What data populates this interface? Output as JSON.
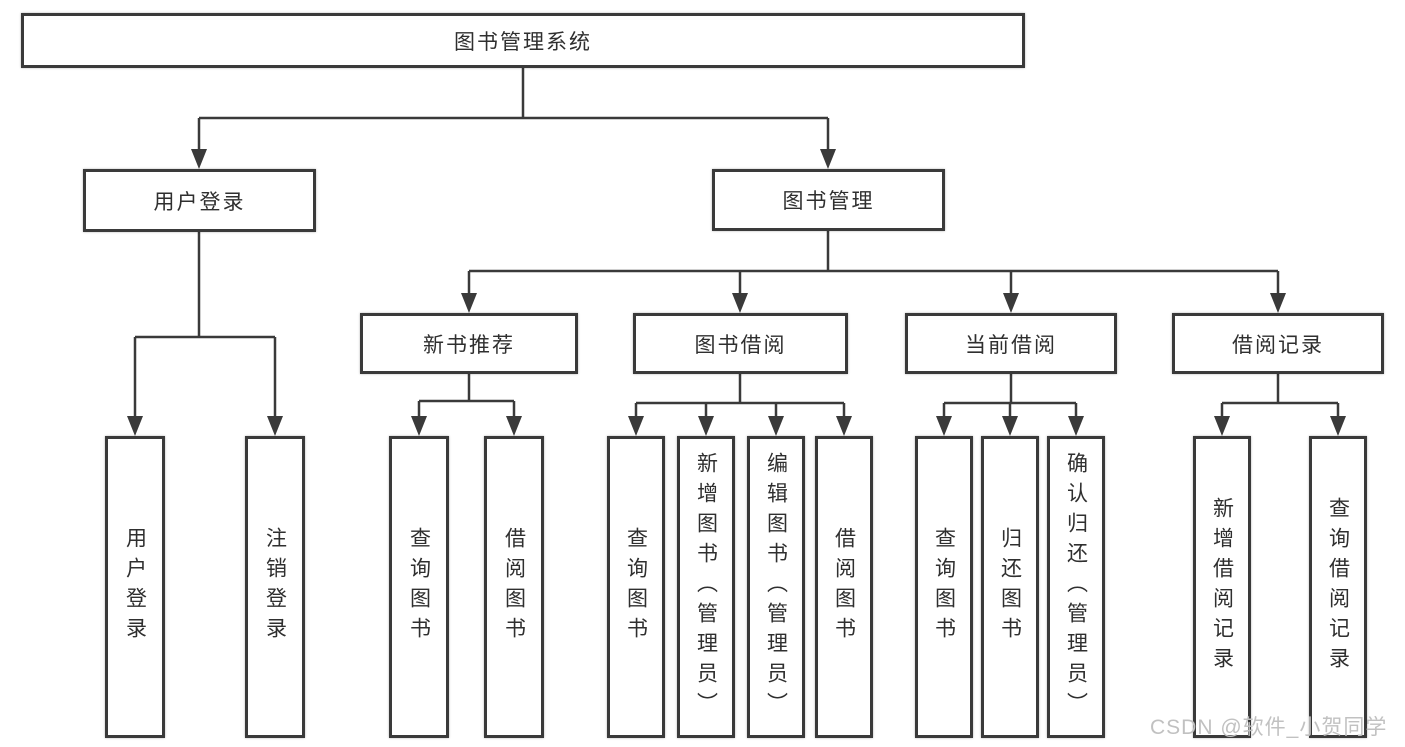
{
  "diagram": {
    "title": "图书管理系统",
    "type": "hierarchy-tree",
    "line_color": "#3a3a3a",
    "box_background": "#ffffff",
    "watermark": "CSDN @软件_小贺同学",
    "tree": {
      "label": "图书管理系统",
      "children": [
        {
          "label": "用户登录",
          "children": [
            {
              "label": "用户登录"
            },
            {
              "label": "注销登录"
            }
          ]
        },
        {
          "label": "图书管理",
          "children": [
            {
              "label": "新书推荐",
              "children": [
                {
                  "label": "查询图书"
                },
                {
                  "label": "借阅图书"
                }
              ]
            },
            {
              "label": "图书借阅",
              "children": [
                {
                  "label": "查询图书"
                },
                {
                  "label": "新增图书（管理员）"
                },
                {
                  "label": "编辑图书（管理员）"
                },
                {
                  "label": "借阅图书"
                }
              ]
            },
            {
              "label": "当前借阅",
              "children": [
                {
                  "label": "查询图书"
                },
                {
                  "label": "归还图书"
                },
                {
                  "label": "确认归还（管理员）"
                }
              ]
            },
            {
              "label": "借阅记录",
              "children": [
                {
                  "label": "新增借阅记录"
                },
                {
                  "label": "查询借阅记录"
                }
              ]
            }
          ]
        }
      ]
    }
  }
}
